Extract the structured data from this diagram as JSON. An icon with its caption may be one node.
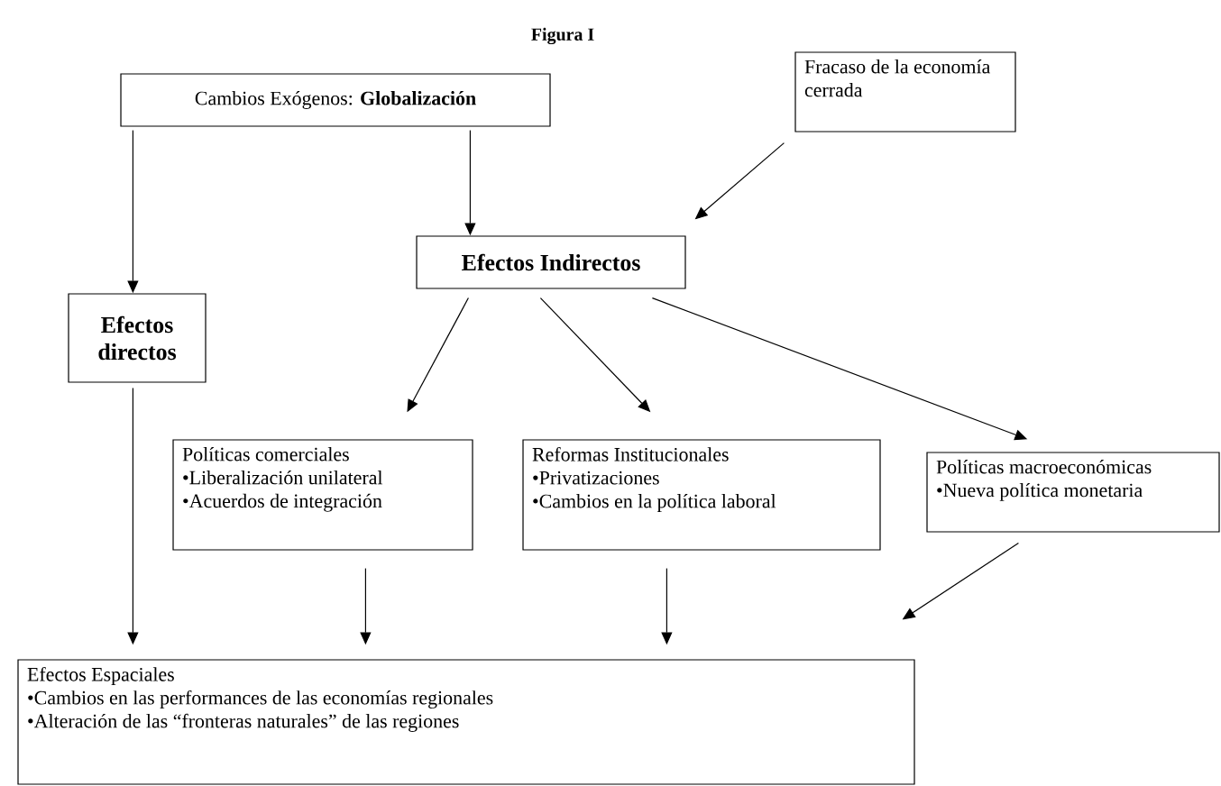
{
  "diagram": {
    "title": "Figura I",
    "nodes": [
      {
        "text": [
          "Cambios Exógenos: **Globalización**"
        ]
      },
      {
        "text": [
          "Fracaso de la economía cerrada"
        ]
      },
      {
        "text": [
          "Efectos Indirectos"
        ]
      },
      {
        "text": [
          "Efectos directos"
        ]
      },
      {
        "text": [
          "Políticas comerciales",
          "•Liberalización unilateral",
          "•Acuerdos de integración"
        ]
      },
      {
        "text": [
          "Reformas Institucionales",
          "•Privatizaciones",
          "•Cambios en la política laboral"
        ]
      },
      {
        "text": [
          "Políticas macroeconómicas",
          "•Nueva política monetaria"
        ]
      },
      {
        "text": [
          "Efectos Espaciales",
          "•Cambios en las performances de las economías regionales",
          "•Alteración de las “fronteras naturales” de las regiones"
        ]
      }
    ],
    "edges": [
      {
        "from": 0,
        "to": 3,
        "arrow": "to"
      },
      {
        "from": 0,
        "to": 2,
        "arrow": "to"
      },
      {
        "from": 1,
        "to": 2,
        "arrow": "to"
      },
      {
        "from": 2,
        "to": 4,
        "arrow": "to"
      },
      {
        "from": 2,
        "to": 5,
        "arrow": "to"
      },
      {
        "from": 2,
        "to": 6,
        "arrow": "to"
      },
      {
        "from": 3,
        "to": 7,
        "arrow": "to"
      },
      {
        "from": 4,
        "to": 7,
        "arrow": "to"
      },
      {
        "from": 5,
        "to": 7,
        "arrow": "to"
      },
      {
        "from": 6,
        "to": 7,
        "arrow": "to"
      }
    ]
  }
}
